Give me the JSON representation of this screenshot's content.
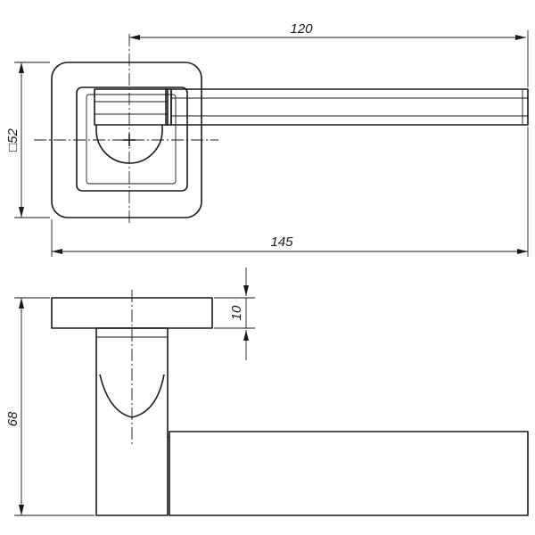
{
  "dimensions": {
    "lever_length": "120",
    "total_length": "145",
    "rosette_size": "□52",
    "rosette_thickness": "10",
    "overall_height": "68"
  }
}
